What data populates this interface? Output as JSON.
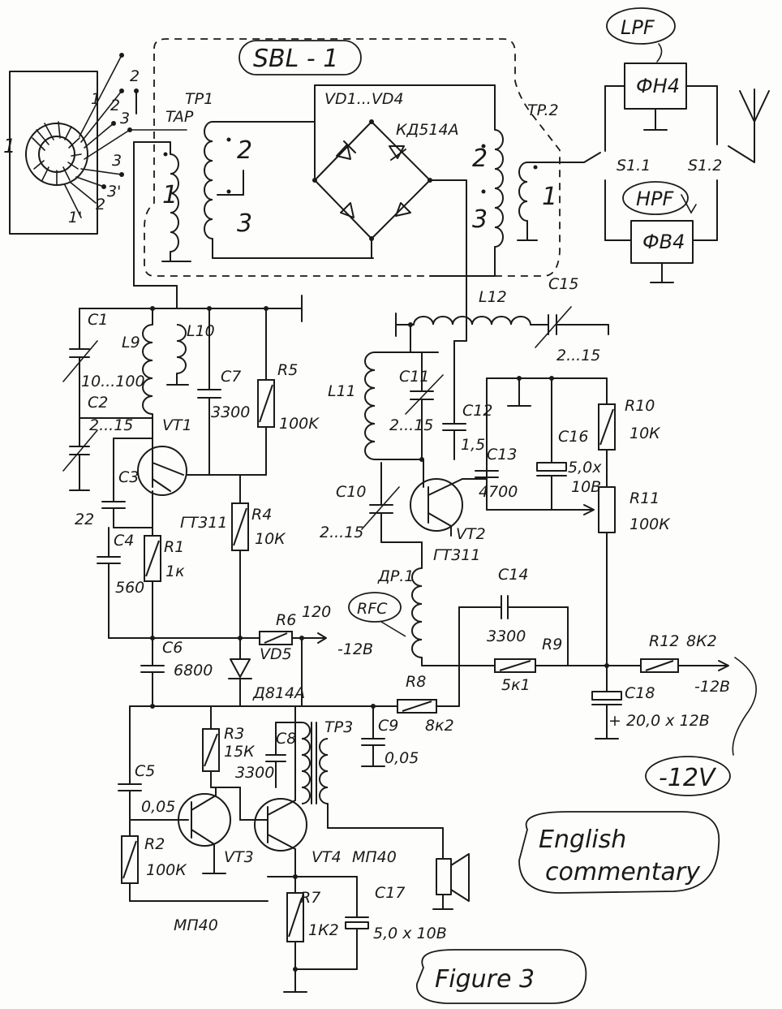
{
  "labels": {
    "module": "SBL - 1",
    "lpf": "LPF",
    "hpf": "HPF",
    "fh4": "ФН4",
    "fb4": "ФВ4",
    "s11": "S1.1",
    "s12": "S1.2",
    "tp1": "TP1",
    "tap": "TAP",
    "tp2": "TP.2",
    "vd": "VD1...VD4",
    "kd": "КД514А",
    "w2a": "2",
    "w3a": "3",
    "w1a": "1",
    "w2b": "2",
    "w3b": "3",
    "w1b": "1",
    "tor1": "1",
    "tor1b": "1",
    "tor2": "2",
    "tor2b": "2",
    "tor3": "3",
    "tor3b": "3",
    "tor3c": "3",
    "tor2c": "2",
    "tor1c": "1'",
    "tor3d": "3'",
    "c1": "C1",
    "c1v": "10...100",
    "c2": "C2",
    "c2v": "2...15",
    "l9": "L9",
    "l10": "L10",
    "c7": "C7",
    "c7v": "3300",
    "r5": "R5",
    "r5v": "100K",
    "vt1": "VT1",
    "c3": "C3",
    "c3v": "22",
    "c4": "C4",
    "c4v": "560",
    "r1": "R1",
    "r1v": "1к",
    "gt1": "ГТ311",
    "r4": "R4",
    "r4v": "10К",
    "r6": "R6",
    "r6v": "120",
    "vd5": "VD5",
    "m12a": "-12В",
    "c6": "C6",
    "c6v": "6800",
    "d814": "Д814А",
    "l12": "L12",
    "c15": "C15",
    "c15v": "2...15",
    "l11": "L11",
    "c11": "C11",
    "c11v": "2...15",
    "c12": "C12",
    "c12v": "1,5",
    "c13": "C13",
    "c13v": "4700",
    "c16": "C16",
    "c16v": "5,0x",
    "c16v2": "10В",
    "r10": "R10",
    "r10v": "10К",
    "r11": "R11",
    "r11v": "100К",
    "c10": "C10",
    "c10v": "2...15",
    "vt2": "VT2",
    "gt2": "ГТ311",
    "dr1": "ДР.1",
    "rfc": "RFC",
    "c14": "C14",
    "c14v": "3300",
    "r9": "R9",
    "r9v": "5к1",
    "r12": "R12",
    "r12v": "8К2",
    "m12b": "-12В",
    "c18": "C18",
    "c18v": "+ 20,0 x 12В",
    "r8": "R8",
    "r8v": "8к2",
    "c9": "C9",
    "c9v": "0,05",
    "r3": "R3",
    "r3v": "15К",
    "c8": "C8",
    "c8v": "3300",
    "tp3": "TP3",
    "c5": "C5",
    "c5v": "0,05",
    "r2": "R2",
    "r2v": "100К",
    "vt3": "VT3",
    "vt4": "VT4",
    "mp1": "МП40",
    "mp2": "МП40",
    "r7": "R7",
    "r7v": "1К2",
    "c17": "C17",
    "c17v": "5,0 x 10В",
    "minus12v": "-12V",
    "eng1": "English",
    "eng2": "commentary",
    "figure": "Figure 3"
  }
}
